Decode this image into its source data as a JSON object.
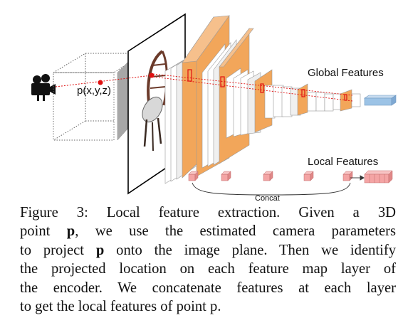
{
  "figure": {
    "point_label": "p(x,y,z)",
    "global_label": "Global Features",
    "local_label": "Local Features",
    "concat_label": "Concat",
    "colors": {
      "orange": "#f2a65a",
      "white_slab": "#ffffff",
      "gray_plane": "#a9a9a9",
      "red": "#e01010",
      "pink": "#f4a4a4",
      "blue": "#9cc3e6"
    },
    "icons": [
      "camera-icon",
      "chair-image"
    ]
  },
  "caption": {
    "line1": "Figure 3: Local feature extraction. Given a 3D",
    "line2_a": "point ",
    "line2_b": "p",
    "line2_c": ", we use the estimated camera parameters",
    "line3_a": "to project ",
    "line3_b": "p",
    "line3_c": " onto the image plane. Then we identify",
    "line4": "the projected location on each feature map layer of",
    "line5": "the encoder. We concatenate features at each layer",
    "line6": "to get the local features of point p."
  }
}
